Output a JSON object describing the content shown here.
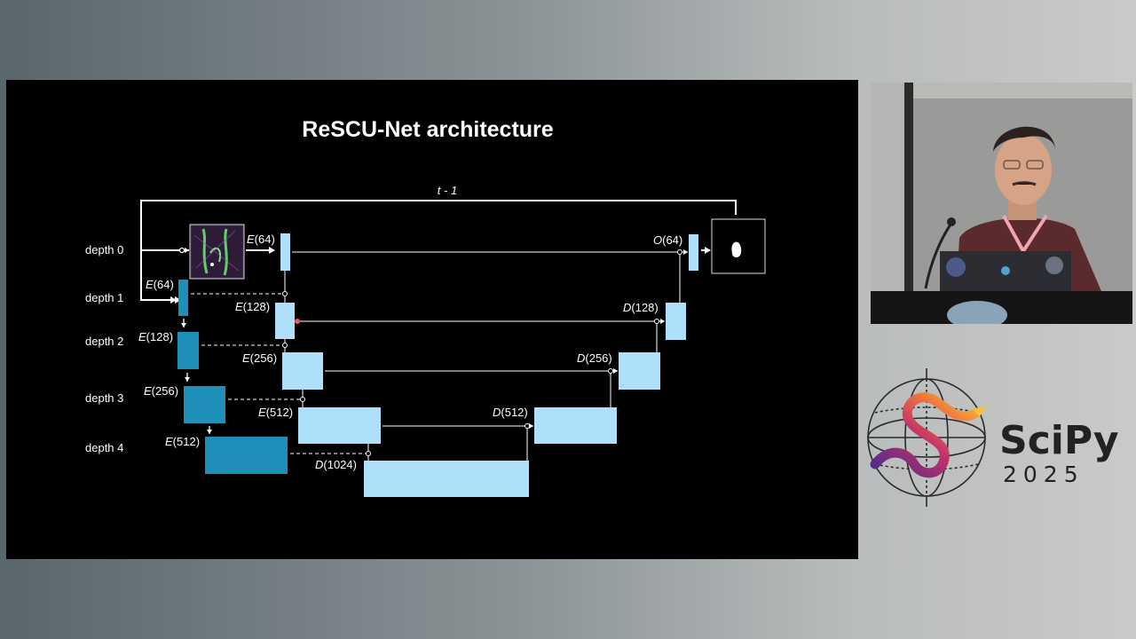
{
  "slide": {
    "title": "ReSCU-Net architecture",
    "recurrence_label": "t - 1",
    "depth_labels": [
      "depth 0",
      "depth 1",
      "depth 2",
      "depth 3",
      "depth 4"
    ],
    "encoder_path_labels": [
      {
        "letter": "E",
        "channels": "(64)"
      },
      {
        "letter": "E",
        "channels": "(128)"
      },
      {
        "letter": "E",
        "channels": "(256)"
      },
      {
        "letter": "E",
        "channels": "(512)"
      }
    ],
    "main_encoder_labels": [
      {
        "letter": "E",
        "channels": "(64)"
      },
      {
        "letter": "E",
        "channels": "(128)"
      },
      {
        "letter": "E",
        "channels": "(256)"
      },
      {
        "letter": "E",
        "channels": "(512)"
      }
    ],
    "bottleneck_label": {
      "letter": "D",
      "channels": "(1024)"
    },
    "decoder_labels": [
      {
        "letter": "D",
        "channels": "(512)"
      },
      {
        "letter": "D",
        "channels": "(256)"
      },
      {
        "letter": "D",
        "channels": "(128)"
      }
    ],
    "output_label": {
      "letter": "O",
      "channels": "(64)"
    }
  },
  "branding": {
    "logo_word": "SciPy",
    "logo_year": "2025"
  },
  "colors": {
    "light_block": "#aee0fb",
    "dark_block": "#1d8fb9",
    "slide_bg": "#000000",
    "line": "#ffffff"
  }
}
